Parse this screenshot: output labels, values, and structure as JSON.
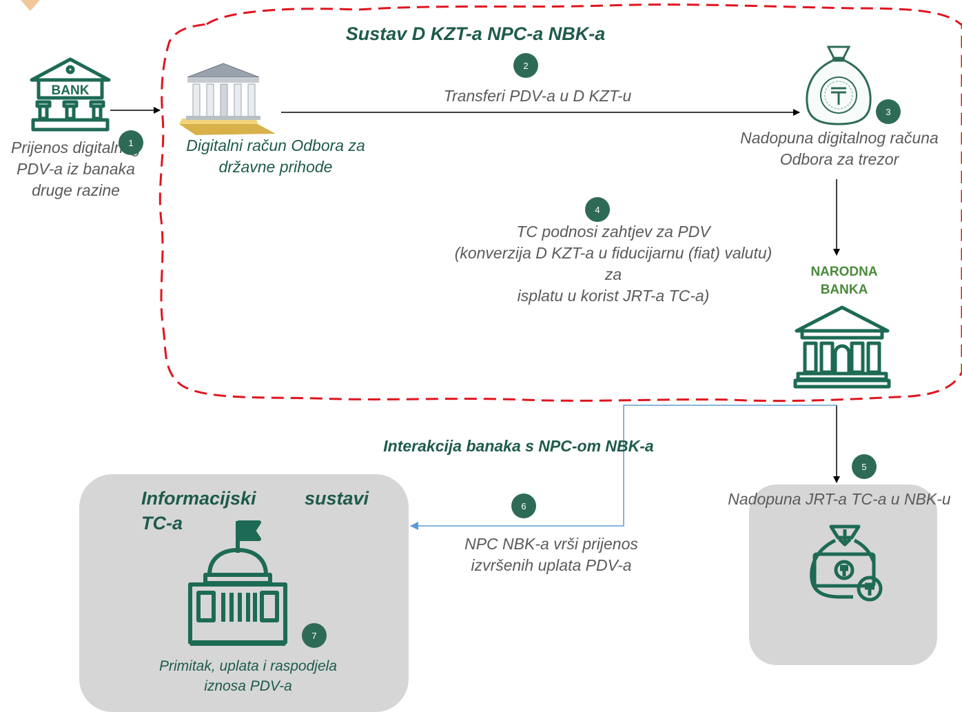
{
  "title": "Sustav D KZT-a NPC-a NBK-a",
  "bank_icon_label": "BANK",
  "step1": {
    "number": "1",
    "lines": [
      "Prijenos digitalnog",
      "PDV-a iz banaka",
      "druge razine"
    ]
  },
  "revenue_account": {
    "lines": [
      "Digitalni račun Odbora za",
      "državne prihode"
    ]
  },
  "step2": {
    "number": "2",
    "label": "Transferi PDV-a u D KZT-u"
  },
  "step3": {
    "number": "3",
    "lines": [
      "Nadopuna digitalnog računa",
      "Odbora za trezor"
    ]
  },
  "step4": {
    "number": "4",
    "lines": [
      "TC podnosi zahtjev za PDV",
      "(konverzija D KZT-a u fiducijarnu (fiat) valutu)",
      "za",
      "isplatu u korist JRT-a TC-a)"
    ]
  },
  "national_bank": {
    "lines": [
      "NARODNA",
      "BANKA"
    ]
  },
  "step5": {
    "number": "5",
    "label": "Nadopuna JRT-a TC-a u NBK-u"
  },
  "interaction_label": "Interakcija banaka s NPC-om NBK-a",
  "step6": {
    "number": "6",
    "lines": [
      "NPC NBK-a vrši prijenos",
      "izvršenih uplata PDV-a"
    ]
  },
  "tc_systems": {
    "title_word1": "Informacijski",
    "title_word2": "sustavi",
    "title_word3": "TC-a"
  },
  "step7": {
    "number": "7",
    "lines": [
      "Primitak, uplata i raspodjela",
      "iznosa PDV-a"
    ]
  },
  "colors": {
    "dashed_border": "#e0141e",
    "accent_teal": "#2e6b57",
    "bank_green": "#4a8a3a",
    "icon_teal": "#1d6a55",
    "blue_connector": "#5b9bd5",
    "panel_grey": "#d6d6d6"
  }
}
